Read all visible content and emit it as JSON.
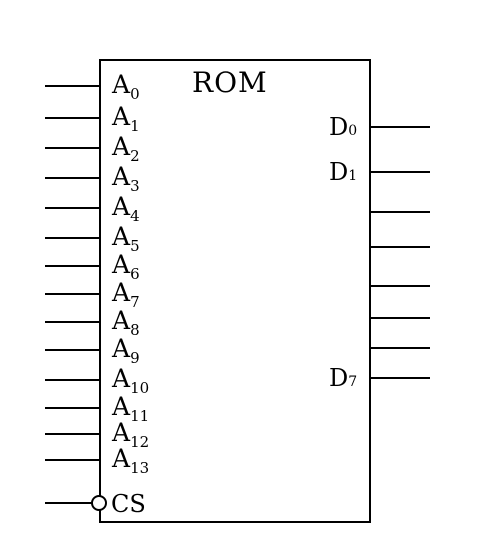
{
  "chip": {
    "title": "ROM",
    "address_pins": [
      {
        "name": "A",
        "sub": "0"
      },
      {
        "name": "A",
        "sub": "1"
      },
      {
        "name": "A",
        "sub": "2"
      },
      {
        "name": "A",
        "sub": "3"
      },
      {
        "name": "A",
        "sub": "4"
      },
      {
        "name": "A",
        "sub": "5"
      },
      {
        "name": "A",
        "sub": "6"
      },
      {
        "name": "A",
        "sub": "7"
      },
      {
        "name": "A",
        "sub": "8"
      },
      {
        "name": "A",
        "sub": "9"
      },
      {
        "name": "A",
        "sub": "10"
      },
      {
        "name": "A",
        "sub": "11"
      },
      {
        "name": "A",
        "sub": "12"
      },
      {
        "name": "A",
        "sub": "13"
      }
    ],
    "chip_select": "CS",
    "data_pins": [
      {
        "name": "D",
        "sub": "0"
      },
      {
        "name": "D",
        "sub": "1"
      },
      {
        "name": "",
        "sub": ""
      },
      {
        "name": "",
        "sub": ""
      },
      {
        "name": "",
        "sub": ""
      },
      {
        "name": "",
        "sub": ""
      },
      {
        "name": "",
        "sub": ""
      },
      {
        "name": "D",
        "sub": "7"
      }
    ]
  }
}
